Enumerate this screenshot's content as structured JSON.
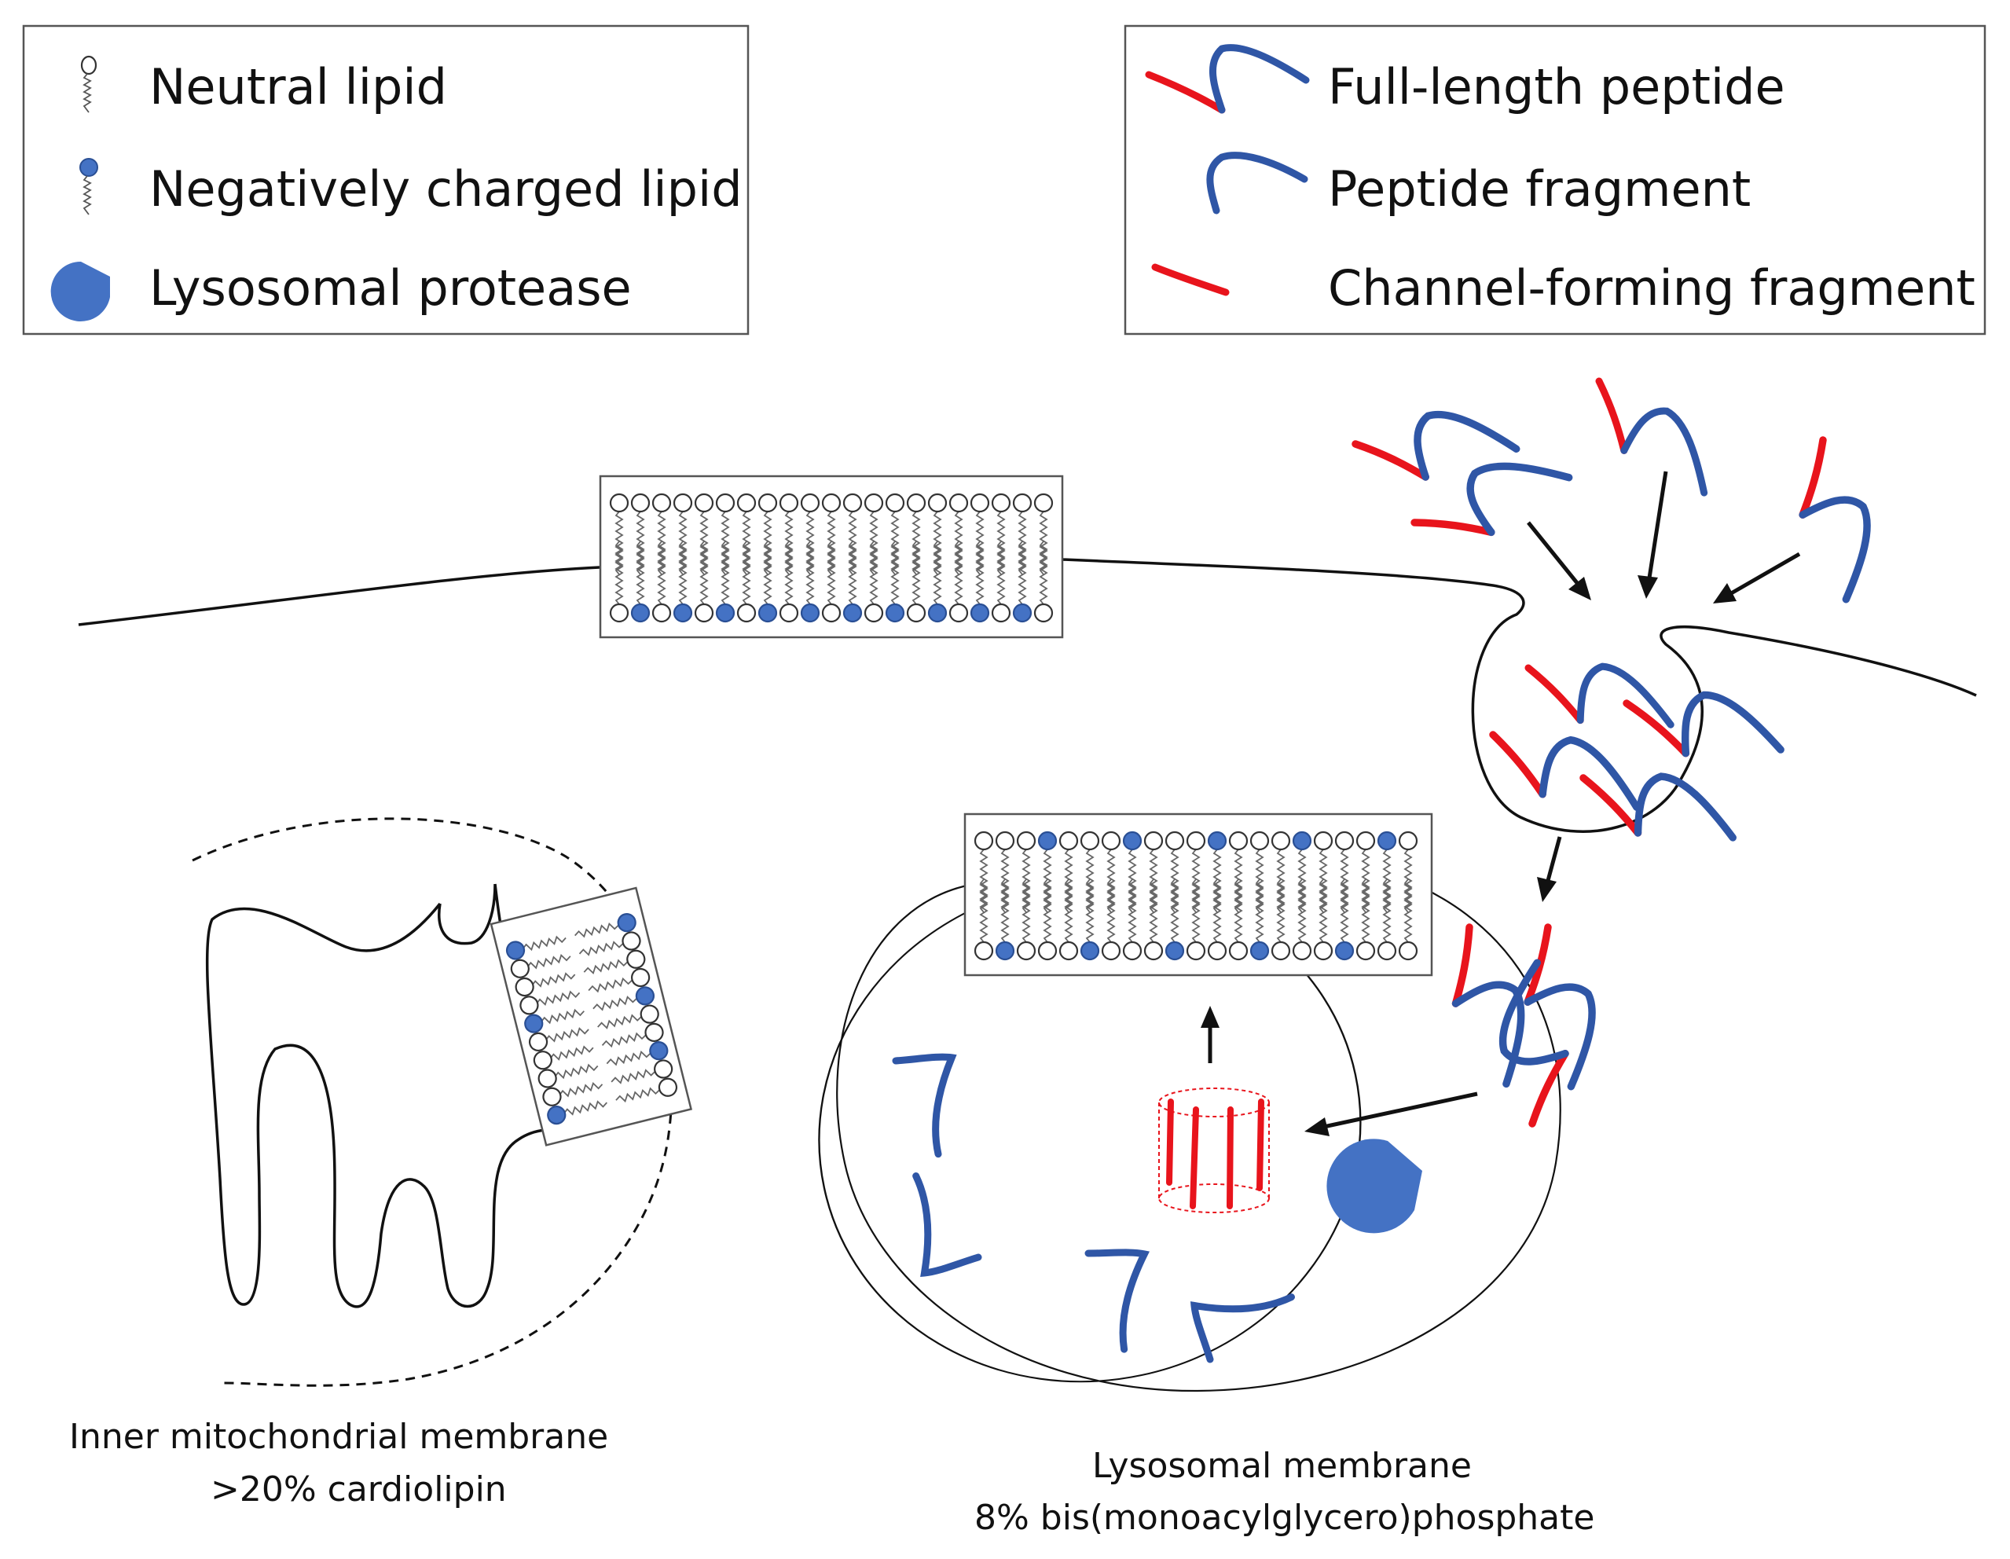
{
  "colors": {
    "peptide_red": "#e8141c",
    "peptide_blue": "#2f56a6",
    "lipid_blue": "#4472c4",
    "protease_blue": "#4472c4",
    "line": "#111111",
    "box_border": "#555555"
  },
  "legend_left": {
    "items": [
      {
        "icon": "neutral-lipid-icon",
        "label": "Neutral lipid"
      },
      {
        "icon": "negatively-charged-lipid-icon",
        "label": "Negatively charged lipid"
      },
      {
        "icon": "lysosomal-protease-icon",
        "label": "Lysosomal protease"
      }
    ]
  },
  "legend_right": {
    "items": [
      {
        "icon": "full-length-peptide-icon",
        "label": "Full-length peptide"
      },
      {
        "icon": "peptide-fragment-icon",
        "label": "Peptide fragment"
      },
      {
        "icon": "channel-forming-fragment-icon",
        "label": "Channel-forming fragment"
      }
    ]
  },
  "captions": {
    "mitochondria_line1": "Inner mitochondrial membrane",
    "mitochondria_line2": ">20% cardiolipin",
    "lysosome_line1": "Lysosomal membrane",
    "lysosome_line2": "8% bis(monoacylglycero)phosphate"
  }
}
